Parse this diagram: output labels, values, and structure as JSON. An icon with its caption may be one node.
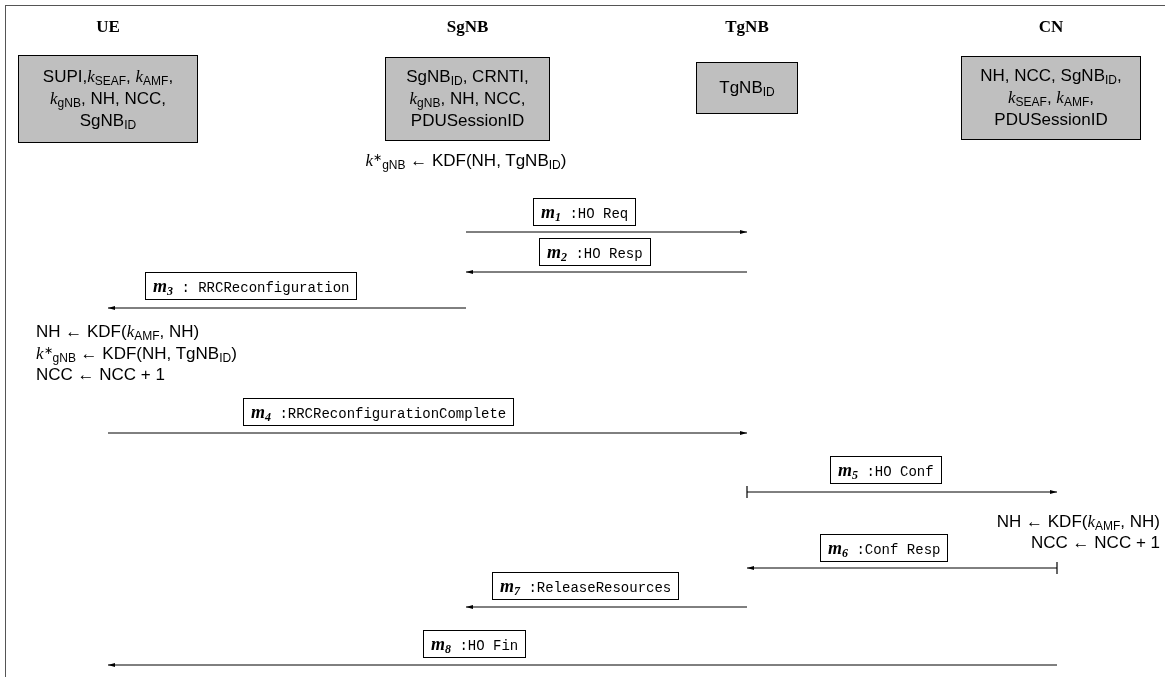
{
  "diagram": {
    "nodes": [
      {
        "text": [
          "UE",
          "SUPI,*k*$_{SEAF}$, *k*$_{AMF}$, *k*$_{gNB}$, NH, NCC, SgNB$_{ID}$"
        ]
      },
      {
        "text": [
          "SgNB",
          "SgNB$_{ID}$, CRNTI, *k*$_{gNB}$, NH, NCC, PDUSessionID"
        ],
        "beside": [
          "*k*$^{∗}$$_{gNB}$ ← KDF(NH, TgNB$_{ID}$)"
        ]
      },
      {
        "text": [
          "TgNB",
          "TgNB$_{ID}$"
        ]
      },
      {
        "text": [
          "CN",
          "NH, NCC, SgNB$_{ID}$, *k*$_{SEAF}$, *k*$_{AMF}$, PDUSessionID"
        ]
      },
      {
        "text": [
          "**m$_{1}$** :HO Req"
        ]
      },
      {
        "text": [
          "**m$_{2}$** :HO Resp"
        ]
      },
      {
        "text": [
          "**m$_{3}$** : RRCReconfiguration"
        ]
      },
      {
        "text": [
          "**m$_{4}$** :RRCReconfigurationComplete"
        ]
      },
      {
        "text": [
          "**m$_{5}$** :HO Conf"
        ]
      },
      {
        "text": [
          "**m$_{6}$** :Conf Resp"
        ]
      },
      {
        "text": [
          "**m$_{7}$** :ReleaseResources"
        ]
      },
      {
        "text": [
          "**m$_{8}$** :HO Fin"
        ]
      }
    ],
    "labels": [
      "NH ← KDF(*k*$_{AMF}$, NH)",
      "*k*$^{∗}$$_{gNB}$ ← KDF(NH, TgNB$_{ID}$)",
      "NCC ← NCC + 1",
      "NH ← KDF(*k*$_{AMF}$, NH)",
      "NCC ← NCC + 1"
    ]
  }
}
